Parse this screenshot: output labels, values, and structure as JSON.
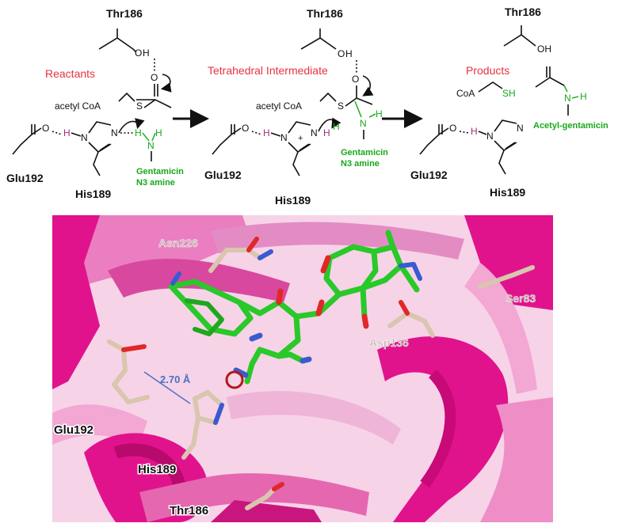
{
  "scheme": {
    "stage_labels": {
      "reactants": "Reactants",
      "intermediate": "Tetrahedral Intermediate",
      "products": "Products"
    },
    "residues": {
      "thr186": "Thr186",
      "his189": "His189",
      "glu192": "Glu192"
    },
    "molecules": {
      "acetyl_coa": "acetyl CoA",
      "coa": "CoA",
      "gentamicin_line1": "Gentamicin",
      "gentamicin_line2": "N3 amine",
      "acetyl_gentamicin": "Acetyl-gentamicin"
    },
    "atoms": {
      "O": "O",
      "H": "H",
      "N": "N",
      "S": "S",
      "SH": "SH",
      "OH": "OH",
      "plus": "+"
    },
    "colors": {
      "stage_label": "#e8313f",
      "gentamicin": "#17a81a",
      "hydrogen": "#a0307a",
      "bond": "#111111"
    }
  },
  "structure": {
    "labels": {
      "asn226": "Asn226",
      "ser83": "Ser83",
      "asp136": "Asp136",
      "glu192": "Glu192",
      "his189": "His189",
      "thr186": "Thr186"
    },
    "distance_label": "2.70 Å",
    "colors": {
      "ribbon": "#e0138c",
      "ribbon_light": "#f098c8",
      "ligand": "#28c928",
      "residue_stick": "#d8c6ae",
      "oxygen": "#e02828",
      "nitrogen": "#3a5ad0",
      "distance_line": "#4a72c0",
      "highlight_circle": "#b01818"
    }
  }
}
